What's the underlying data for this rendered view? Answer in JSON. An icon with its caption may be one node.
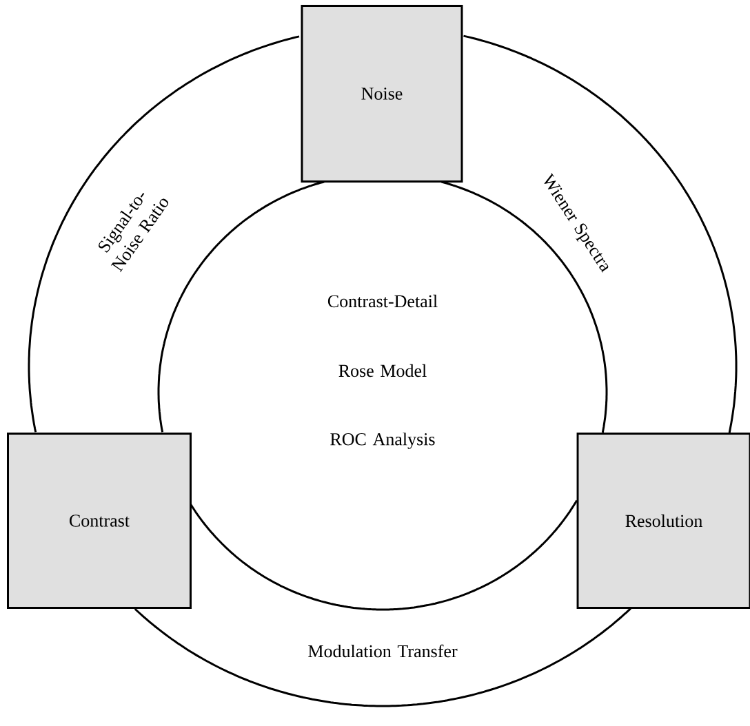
{
  "diagram": {
    "nodes": [
      {
        "text": [
          "Noise"
        ]
      },
      {
        "text": [
          "Contrast"
        ]
      },
      {
        "text": [
          "Resolution"
        ]
      }
    ],
    "edges": [
      {
        "from": 0,
        "to": 1,
        "arrow": "none"
      },
      {
        "from": 0,
        "to": 1,
        "arrow": "none"
      },
      {
        "from": 1,
        "to": 2,
        "arrow": "none"
      },
      {
        "from": 1,
        "to": 2,
        "arrow": "none"
      },
      {
        "from": 2,
        "to": 0,
        "arrow": "none"
      },
      {
        "from": 2,
        "to": 0,
        "arrow": "none"
      }
    ],
    "labels": [
      "Signal-to-Noise Ratio",
      "Wiener Spectra",
      "Contrast-Detail",
      "Rose Model",
      "ROC Analysis",
      "Modulation Transfer"
    ]
  }
}
